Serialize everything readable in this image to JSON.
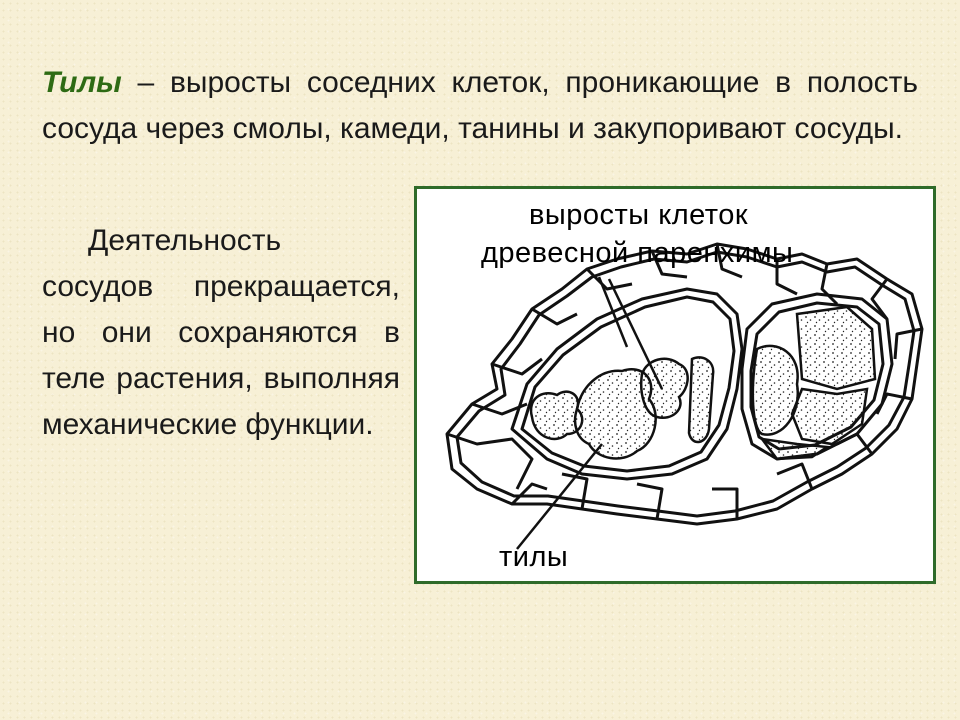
{
  "para1": {
    "term": "Тилы",
    "rest": " – выросты соседних клеток, проникающие в полость сосуда через смолы, камеди, танины и закупоривают сосуды."
  },
  "para2": {
    "text": "Деятельность сосудов прекращается, но они сохраняются в теле растения, выполняя механические функции."
  },
  "figure": {
    "label_top_line1": "выросты клеток",
    "label_top_line2": "древесной паренхимы",
    "label_bottom": "тилы",
    "frame_color": "#2f6b2a"
  }
}
